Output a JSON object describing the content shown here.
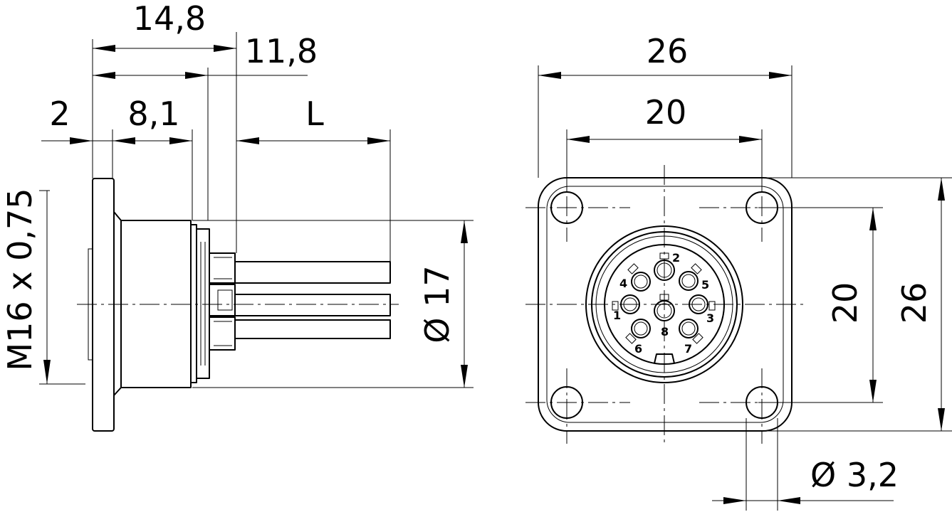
{
  "dimensions": {
    "side": {
      "overall_length": "14,8",
      "contact_length": "11,8",
      "flange_thickness": "2",
      "body_length": "8,1",
      "lead_length": "L",
      "thread": "M16 x 0,75",
      "diameter": "Ø 17"
    },
    "front": {
      "width_outer": "26",
      "width_holes": "20",
      "height_holes": "20",
      "height_outer": "26",
      "hole_diameter": "Ø 3,2"
    }
  },
  "pin_labels": [
    "1",
    "2",
    "3",
    "4",
    "5",
    "6",
    "7",
    "8"
  ]
}
